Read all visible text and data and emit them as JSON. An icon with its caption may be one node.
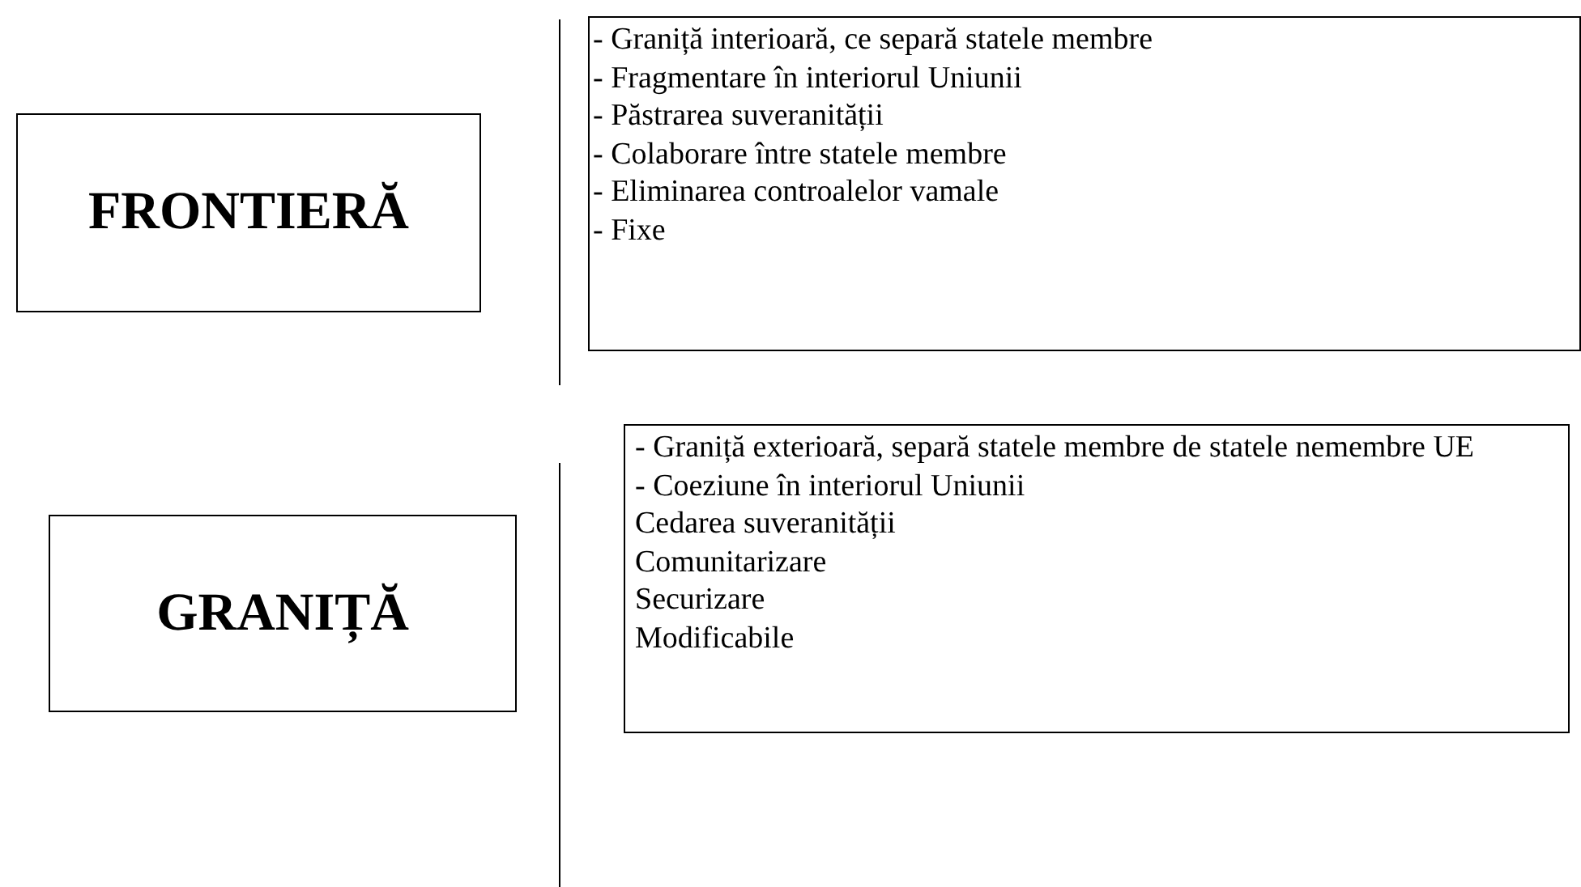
{
  "diagram": {
    "nodes": [
      {
        "text": [
          "FRONTIERĂ"
        ]
      },
      {
        "text": [
          "- Graniță interioară, ce separă statele membre",
          "- Fragmentare în interiorul Uniunii",
          "- Păstrarea suveranității",
          "- Colaborare între statele membre",
          "- Eliminarea controalelor vamale",
          "- Fixe"
        ]
      },
      {
        "text": [
          "GRANIȚĂ"
        ]
      },
      {
        "text": [
          "- Graniță exterioară, separă statele membre de statele nemembre UE",
          "- Coeziune în interiorul Uniunii",
          "Cedarea suveranității",
          "Comunitarizare",
          "Securizare",
          "Modificabile"
        ]
      }
    ]
  }
}
